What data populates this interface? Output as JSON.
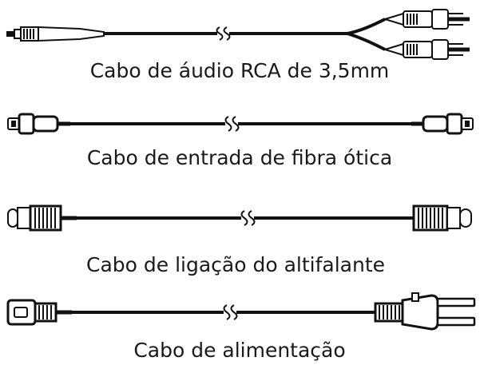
{
  "cables": [
    {
      "id": "rca-audio",
      "label": "Cabo de áudio RCA de 3,5mm"
    },
    {
      "id": "optical",
      "label": "Cabo de entrada de fibra ótica"
    },
    {
      "id": "speaker",
      "label": "Cabo de ligação do altifalante"
    },
    {
      "id": "power",
      "label": "Cabo de alimentação"
    }
  ],
  "colors": {
    "line": "#111111",
    "text": "#1a1a1a",
    "background": "#ffffff"
  }
}
